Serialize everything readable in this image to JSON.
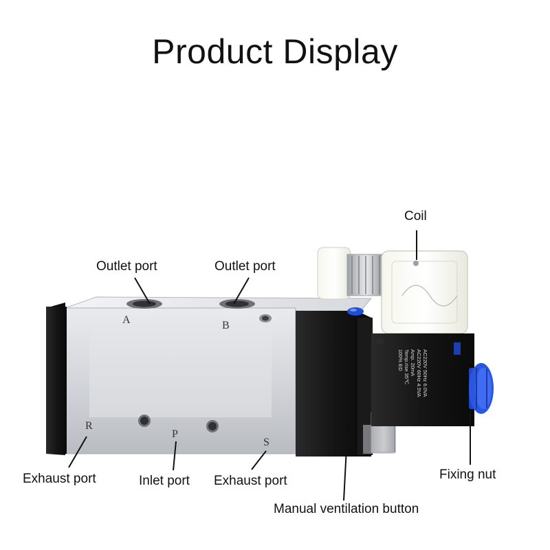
{
  "title": "Product Display",
  "labels": {
    "coil": "Coil",
    "outlet_port_a": "Outlet port",
    "outlet_port_b": "Outlet port",
    "exhaust_port_r": "Exhaust port",
    "inlet_port": "Inlet port",
    "exhaust_port_s": "Exhaust port",
    "manual_button": "Manual ventilation button",
    "fixing_nut": "Fixing nut"
  },
  "port_letters": {
    "a": "A",
    "b": "B",
    "r": "R",
    "p": "P",
    "s": "S"
  },
  "coil_specs": [
    "AC220V 50Hz 6.0VA",
    "AC220V 60Hz 4.5VA",
    "Amp. 20mA",
    "Temp.rise 35℃",
    "100% ED"
  ],
  "colors": {
    "valve_body": "#c9ccd1",
    "end_cap": "#151515",
    "manual_button": "#1f4fd6",
    "fixing_nut": "#2a56e0"
  }
}
